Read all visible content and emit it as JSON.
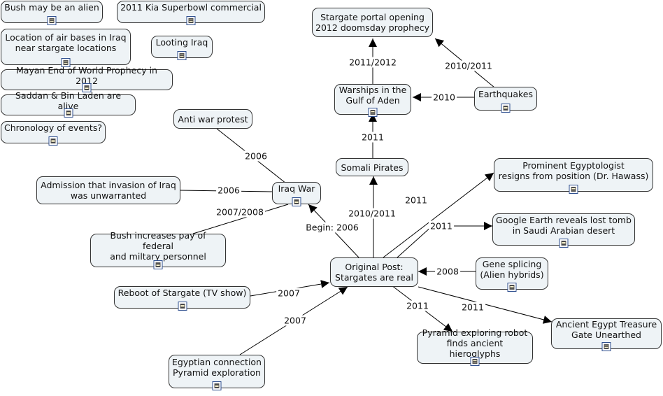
{
  "nodes": {
    "bush_alien": {
      "label": "Bush may be an alien"
    },
    "kia_superbowl": {
      "label": "2011 Kia Superbowl commercial"
    },
    "air_bases": {
      "label": "Location of air bases in Iraq\nnear stargate locations"
    },
    "looting_iraq": {
      "label": "Looting Iraq"
    },
    "mayan": {
      "label": "Mayan End of World Prophecy in 2012"
    },
    "saddan": {
      "label": "Saddan & Bin Laden are alive"
    },
    "chronology": {
      "label": "Chronology of events?"
    },
    "stargate_portal": {
      "label": "Stargate portal opening\n2012 doomsday prophecy"
    },
    "warships": {
      "label": "Warships in the\nGulf of Aden"
    },
    "earthquakes": {
      "label": "Earthquakes"
    },
    "anti_war": {
      "label": "Anti war protest"
    },
    "somali": {
      "label": "Somali Pirates"
    },
    "egyptologist": {
      "label": "Prominent Egyptologist\nresigns from position (Dr. Hawass)"
    },
    "admission": {
      "label": "Admission that invasion of Iraq\nwas unwarranted"
    },
    "iraq_war": {
      "label": "Iraq War"
    },
    "google_earth": {
      "label": "Google Earth reveals lost tomb\nin Saudi Arabian desert"
    },
    "bush_pay": {
      "label": "Bush increases pay of federal\nand miltary personnel"
    },
    "original_post": {
      "label": "Original Post:\nStargates are real"
    },
    "gene_splicing": {
      "label": "Gene splicing\n(Alien hybrids)"
    },
    "reboot": {
      "label": "Reboot of Stargate (TV show)"
    },
    "ancient_egypt": {
      "label": "Ancient Egypt Treasure\nGate Unearthed"
    },
    "pyramid_robot": {
      "label": "Pyramid exploring robot\nfinds ancient hieroglyphs"
    },
    "egyptian_connection": {
      "label": "Egyptian connection\nPyramid exploration"
    }
  },
  "edges": {
    "warships_portal": "2011/2012",
    "earthquakes_portal": "2010/2011",
    "earthquakes_warships": "2010",
    "somali_warships": "2011",
    "anti_war_iraq": "2006",
    "admission_iraq": "2006",
    "bush_pay_iraq": "2007/2008",
    "original_iraq": "Begin: 2006",
    "original_somali": "2010/2011",
    "original_egyptologist": "2011",
    "original_google": "2011",
    "gene_original": "2008",
    "reboot_original": "2007",
    "egyptian_original": "2007",
    "original_pyramid": "2011",
    "original_ancient": "2011"
  }
}
